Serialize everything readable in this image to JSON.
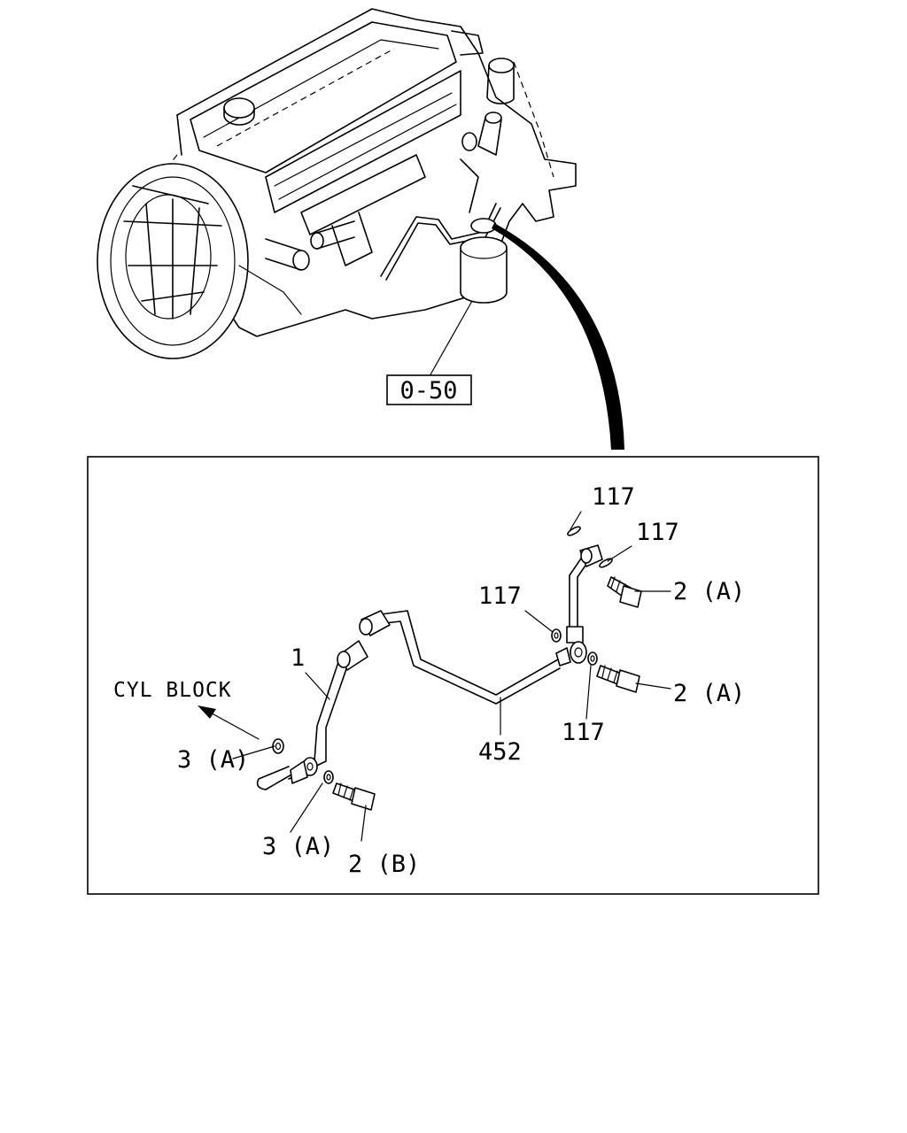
{
  "diagram": {
    "ref_box": "0-50",
    "direction_label": "CYL BLOCK",
    "callouts": {
      "pipe_1": "1",
      "pipe_452": "452",
      "gasket_117_a": "117",
      "gasket_117_b": "117",
      "gasket_117_c": "117",
      "gasket_117_d": "117",
      "bolt_2a_upper": "2 (A)",
      "bolt_2a_lower": "2 (A)",
      "bolt_2b": "2 (B)",
      "gasket_3a_left": "3 (A)",
      "gasket_3a_bottom": "3 (A)"
    }
  }
}
